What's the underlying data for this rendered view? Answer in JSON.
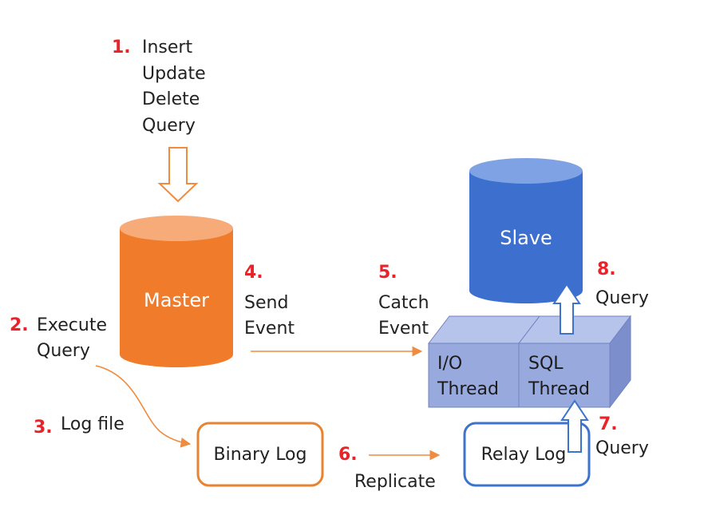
{
  "steps": {
    "s1": {
      "num": "1.",
      "lines": [
        "Insert",
        "Update",
        "Delete",
        "Query"
      ]
    },
    "s2": {
      "num": "2.",
      "line1": "Execute",
      "line2": "Query"
    },
    "s3": {
      "num": "3.",
      "text": "Log file"
    },
    "s4": {
      "num": "4.",
      "line1": "Send",
      "line2": "Event"
    },
    "s5": {
      "num": "5.",
      "line1": "Catch",
      "line2": "Event"
    },
    "s6": {
      "num": "6.",
      "text": "Replicate"
    },
    "s7": {
      "num": "7.",
      "text": "Query"
    },
    "s8": {
      "num": "8.",
      "text": "Query"
    }
  },
  "nodes": {
    "master": "Master",
    "slave": "Slave",
    "binary_log": "Binary Log",
    "relay_log": "Relay Log",
    "io_thread": {
      "line1": "I/O",
      "line2": "Thread"
    },
    "sql_thread": {
      "line1": "SQL",
      "line2": "Thread"
    }
  },
  "colors": {
    "master_body": "#ef7b2b",
    "master_top": "#f7ab78",
    "slave_body": "#3d6fcf",
    "slave_top": "#7fa2e4",
    "log_border_orange": "#e88431",
    "log_border_blue": "#3e73cb",
    "arrow_orange": "#ef8c40",
    "thread_front": "#98a9de",
    "thread_top": "#b6c3ea",
    "thread_side": "#7c8fcc",
    "step_number": "#e8242b"
  }
}
